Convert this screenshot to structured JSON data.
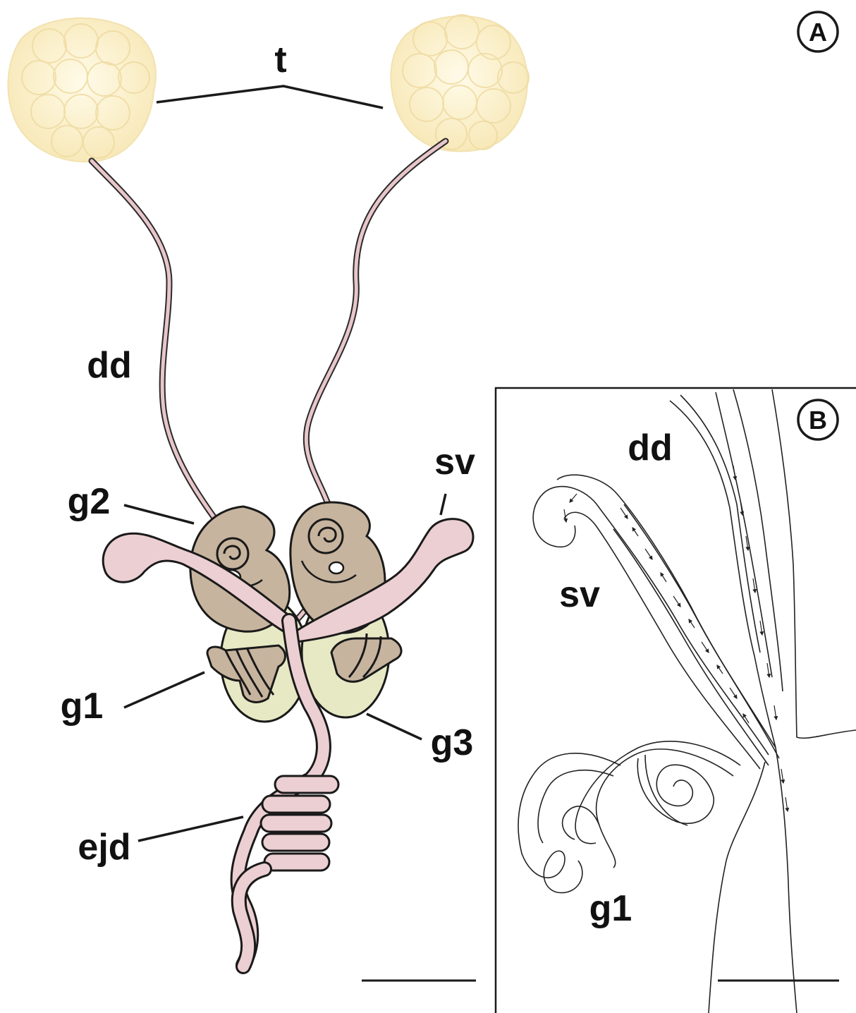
{
  "panel_a": {
    "badge": "A",
    "labels": {
      "testes": "t",
      "deferent_ducts": "dd",
      "seminal_vesicles": "sv",
      "gland_2": "g2",
      "gland_1": "g1",
      "gland_3": "g3",
      "ejaculatory_duct": "ejd"
    }
  },
  "panel_b": {
    "badge": "B",
    "labels": {
      "deferent_duct": "dd",
      "seminal_vesicle": "sv",
      "gland_1": "g1"
    }
  },
  "colors": {
    "testis_fill": "#fdf0c6",
    "duct_pink": "#e8c6c9",
    "gland_brown": "#c7b49e",
    "gland_green": "#e6e9c4",
    "outline": "#1a1a1a"
  }
}
